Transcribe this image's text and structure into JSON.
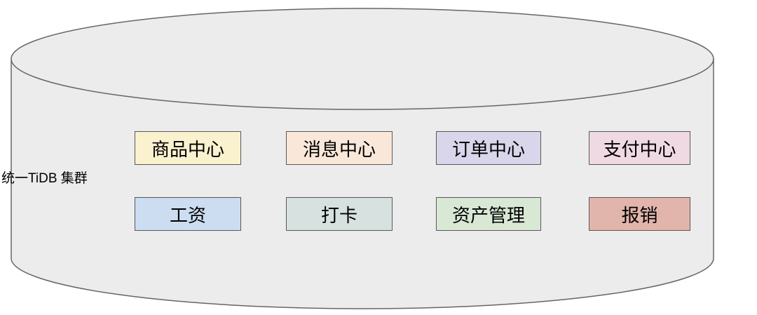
{
  "cluster": {
    "label": "统一TiDB 集群",
    "fill_color": "#ececec",
    "stroke_color": "#666666"
  },
  "boxes": [
    {
      "id": "product-center",
      "label": "商品中心",
      "color": "#faf1cf",
      "row": 1,
      "col": 1
    },
    {
      "id": "message-center",
      "label": "消息中心",
      "color": "#f9e8d9",
      "row": 1,
      "col": 2
    },
    {
      "id": "order-center",
      "label": "订单中心",
      "color": "#d9d5ea",
      "row": 1,
      "col": 3
    },
    {
      "id": "payment-center",
      "label": "支付中心",
      "color": "#efd9e2",
      "row": 1,
      "col": 4
    },
    {
      "id": "salary",
      "label": "工资",
      "color": "#ccddf2",
      "row": 2,
      "col": 1
    },
    {
      "id": "clock-in",
      "label": "打卡",
      "color": "#d6e1e0",
      "row": 2,
      "col": 2
    },
    {
      "id": "asset-management",
      "label": "资产管理",
      "color": "#d8e8d4",
      "row": 2,
      "col": 3
    },
    {
      "id": "reimbursement",
      "label": "报销",
      "color": "#e2b5ac",
      "row": 2,
      "col": 4
    }
  ]
}
